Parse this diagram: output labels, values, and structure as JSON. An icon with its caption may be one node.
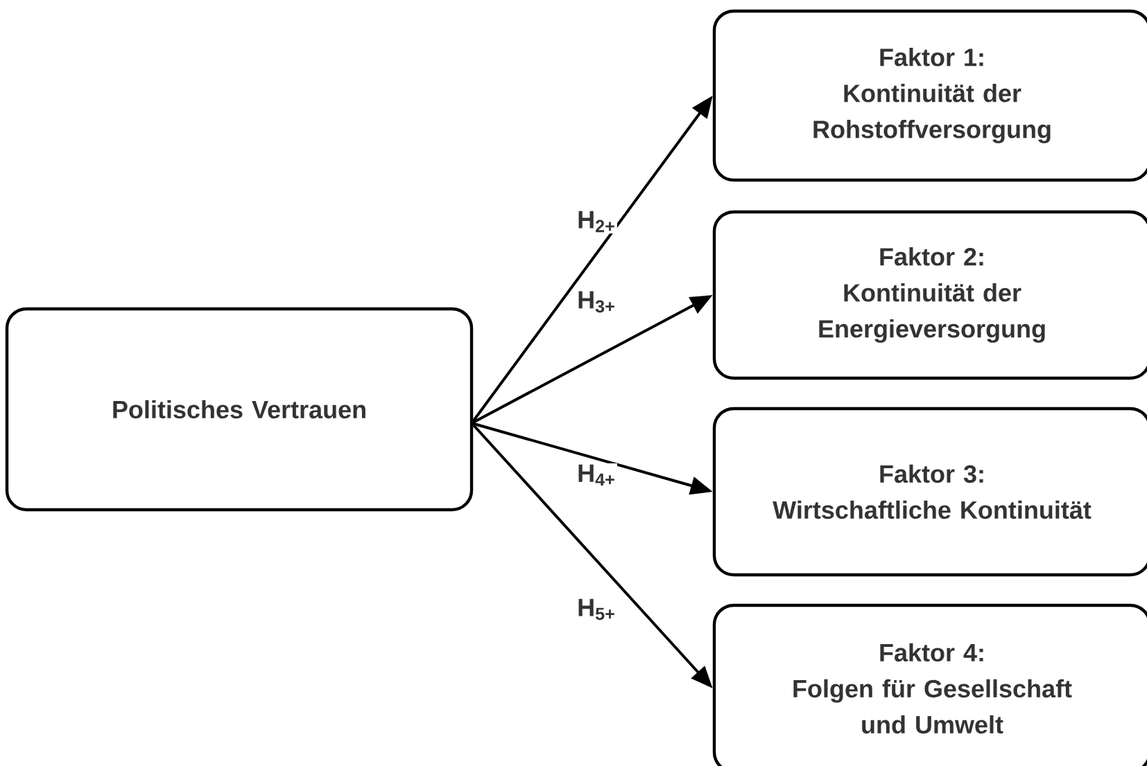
{
  "diagram": {
    "nodes": [
      {
        "text": [
          "Politisches Vertrauen"
        ]
      },
      {
        "text": [
          "Faktor 1:",
          "Kontinuität der Rohstoffversorgung"
        ]
      },
      {
        "text": [
          "Faktor 2:",
          "Kontinuität der Energieversorgung"
        ]
      },
      {
        "text": [
          "Faktor 3:",
          "Wirtschaftliche Kontinuität"
        ]
      },
      {
        "text": [
          "Faktor 4:",
          "Folgen für Gesellschaft und Umwelt"
        ]
      }
    ],
    "edges": [
      {
        "from": 0,
        "to": 1,
        "arrow": "to",
        "label": "H$_{2+}$"
      },
      {
        "from": 0,
        "to": 2,
        "arrow": "to",
        "label": "H$_{3+}$"
      },
      {
        "from": 0,
        "to": 3,
        "arrow": "to",
        "label": "H$_{4+}$"
      },
      {
        "from": 0,
        "to": 4,
        "arrow": "to",
        "label": "H$_{5+}$"
      }
    ]
  }
}
